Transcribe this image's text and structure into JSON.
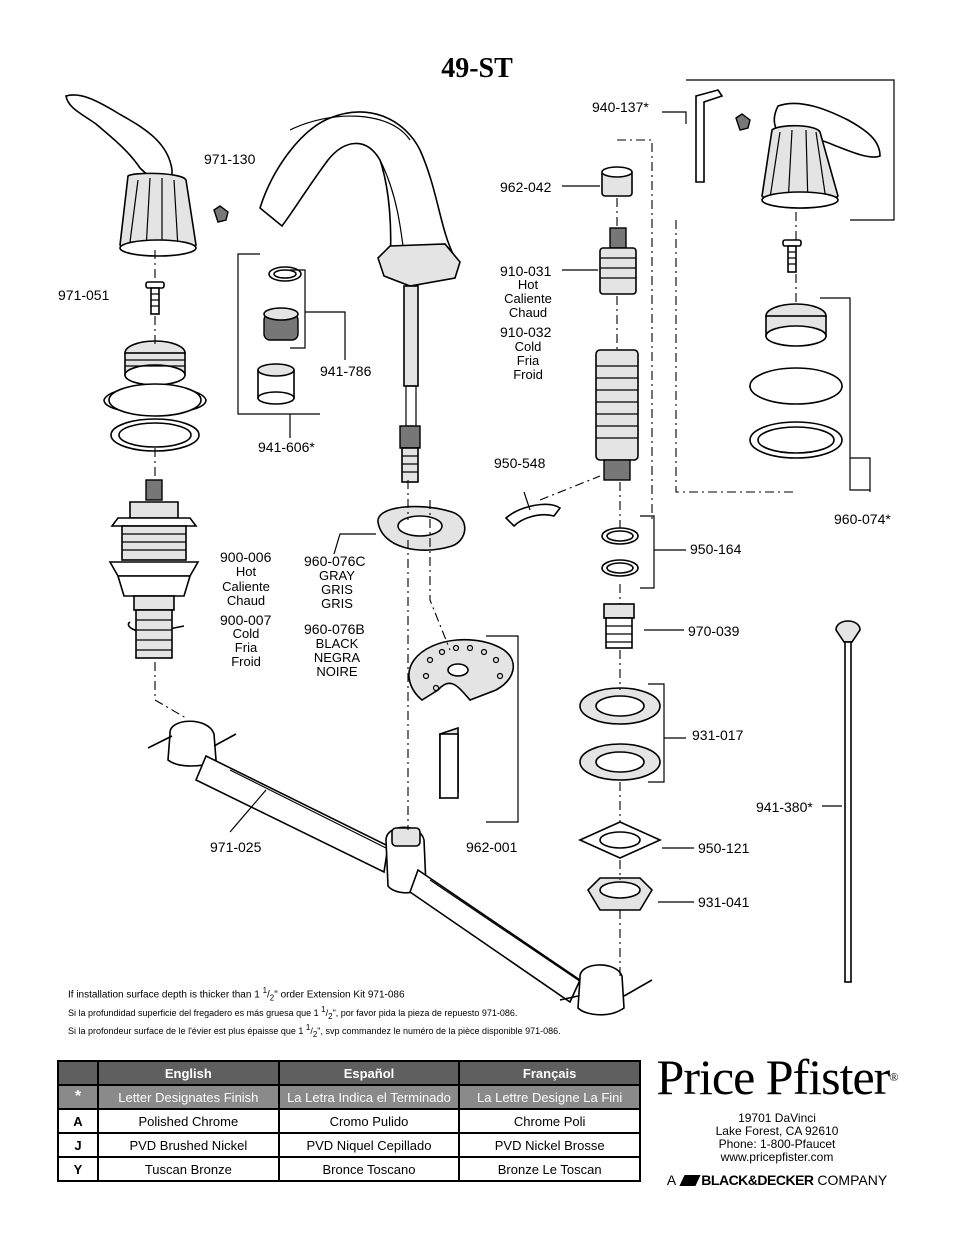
{
  "title": "49-ST",
  "part_labels": {
    "p971_130": "971-130",
    "p971_051": "971-051",
    "p941_786": "941-786",
    "p941_606": "941-606*",
    "p940_137": "940-137*",
    "p962_042": "962-042",
    "p910_031": "910-031",
    "p910_032": "910-032",
    "p950_548": "950-548",
    "p960_074": "960-074*",
    "p900_006": "900-006",
    "p900_007": "900-007",
    "p960_076c": "960-076C",
    "p960_076b": "960-076B",
    "p950_164": "950-164",
    "p970_039": "970-039",
    "p931_017": "931-017",
    "p941_380": "941-380*",
    "p971_025": "971-025",
    "p962_001": "962-001",
    "p950_121": "950-121",
    "p931_041": "931-041"
  },
  "hot_labels": [
    "Hot",
    "Caliente",
    "Chaud"
  ],
  "cold_labels": [
    "Cold",
    "Fria",
    "Froid"
  ],
  "gray_labels": [
    "GRAY",
    "GRIS",
    "GRIS"
  ],
  "black_labels": [
    "BLACK",
    "NEGRA",
    "NOIRE"
  ],
  "notes": {
    "en_pre": "If installation surface depth is thicker than 1 ",
    "en_post": "\" order Extension Kit 971-086",
    "es_pre": "Si la profundidad superficie del fregadero es más gruesa que 1 ",
    "es_post": "\", por favor pida la pieza de repuesto 971-086.",
    "fr_pre": "Si la profondeur surface de le l'évier est plus épaisse que 1 ",
    "fr_post": "\", svp commandez le numéro de la pièce disponible 971-086.",
    "frac_num": "1",
    "frac_den": "2"
  },
  "finish_table": {
    "headers": [
      "English",
      "Español",
      "Français"
    ],
    "legend": {
      "code": "*",
      "cells": [
        "Letter Designates Finish",
        "La Letra Indica el Terminado",
        "La Lettre Designe La Fini"
      ]
    },
    "rows": [
      {
        "code": "A",
        "cells": [
          "Polished Chrome",
          "Cromo Pulido",
          "Chrome Poli"
        ]
      },
      {
        "code": "J",
        "cells": [
          "PVD Brushed Nickel",
          "PVD Niquel Cepillado",
          "PVD Nickel Brosse"
        ]
      },
      {
        "code": "Y",
        "cells": [
          "Tuscan Bronze",
          "Bronce Toscano",
          "Bronze Le Toscan"
        ]
      }
    ]
  },
  "brand": {
    "logo": "Price Pfister",
    "reg": "®",
    "address": [
      "19701 DaVinci",
      "Lake Forest, CA 92610",
      "Phone: 1-800-Pfaucet",
      "www.pricepfister.com"
    ],
    "company_prefix": "A",
    "company_name": "BLACK&DECKER",
    "company_suffix": "COMPANY"
  }
}
